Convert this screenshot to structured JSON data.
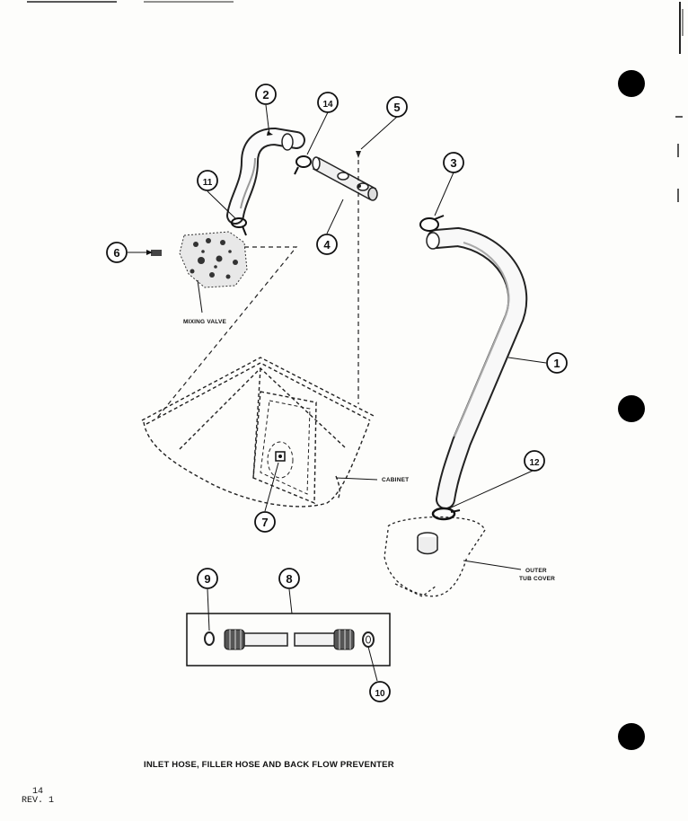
{
  "callouts": [
    "1",
    "2",
    "3",
    "4",
    "5",
    "6",
    "7",
    "8",
    "9",
    "10",
    "11",
    "12",
    "14"
  ],
  "labels": {
    "mixing_valve": "MIXING VALVE",
    "cabinet": "CABINET",
    "outer_tub_cover_line1": "OUTER",
    "outer_tub_cover_line2": "TUB COVER"
  },
  "caption": "INLET HOSE, FILLER HOSE AND BACK FLOW PREVENTER",
  "page_number": "14",
  "revision": "REV. 1"
}
